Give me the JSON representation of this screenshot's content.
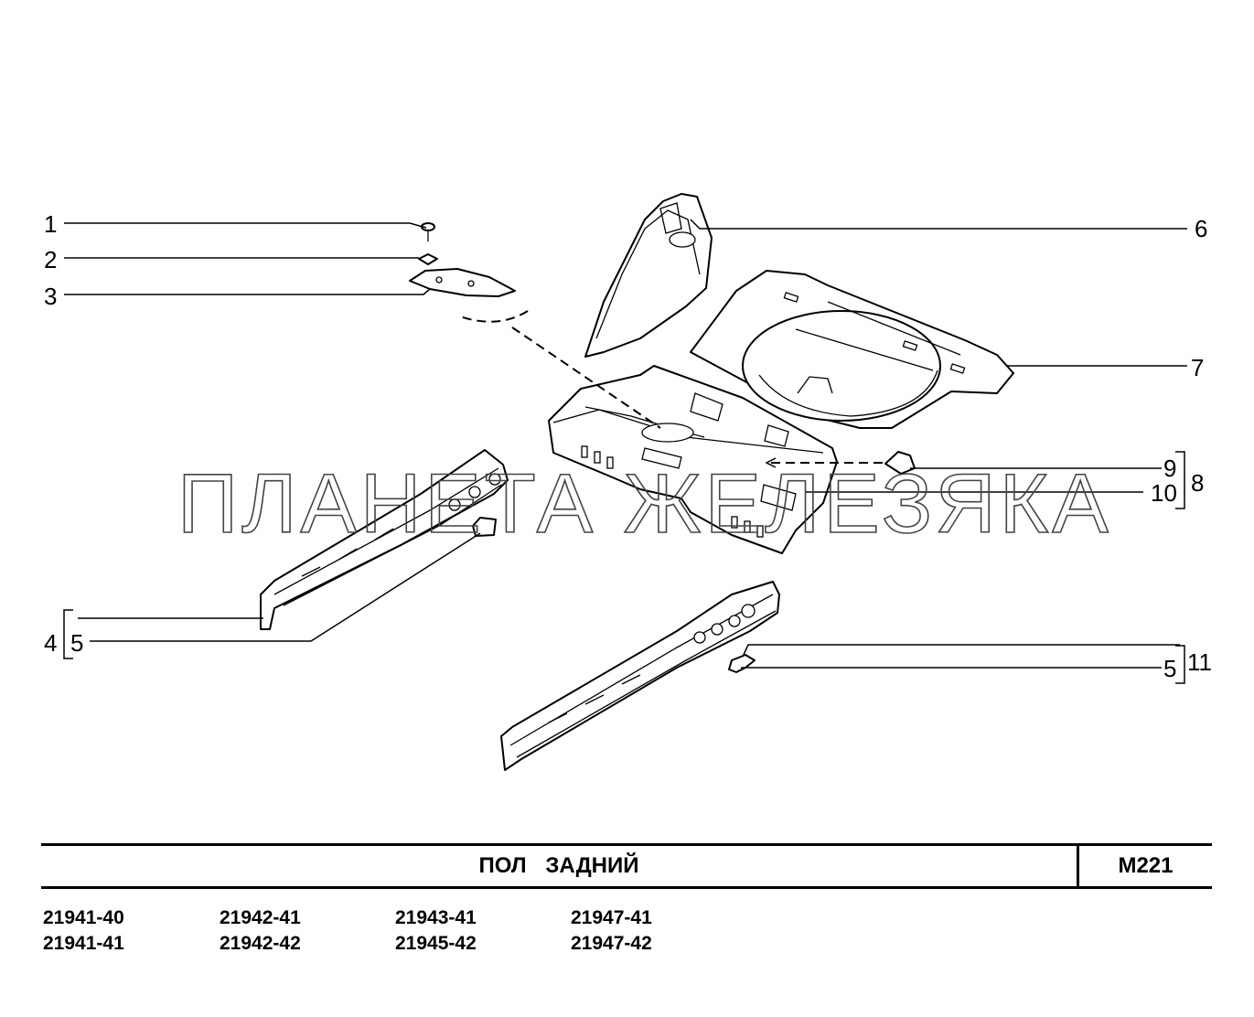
{
  "callouts": [
    "1",
    "2",
    "3",
    "4",
    "5",
    "6",
    "7",
    "8",
    "9",
    "10",
    "5",
    "11"
  ],
  "watermark": "ПЛАНЕТА ЖЕЛЕЗЯКА",
  "title": "ПОЛ   ЗАДНИЙ",
  "code": "M221",
  "models": [
    [
      "21941-40",
      "21941-41"
    ],
    [
      "21942-41",
      "21942-42"
    ],
    [
      "21943-41",
      "21945-42"
    ],
    [
      "21947-41",
      "21947-42"
    ]
  ]
}
